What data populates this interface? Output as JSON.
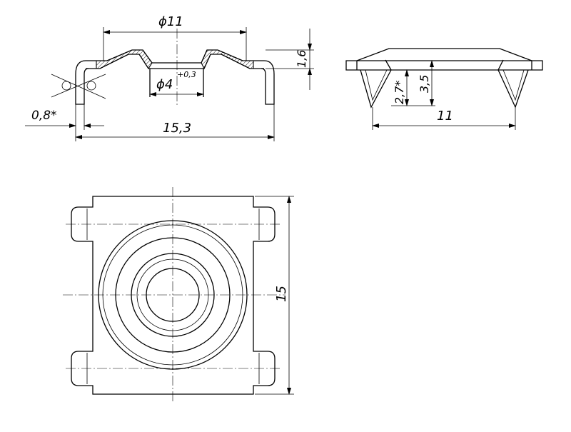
{
  "drawing": {
    "dimensions": {
      "outer_ring_diameter": "ϕ11",
      "hole_diameter": "ϕ4",
      "hole_tolerance": "+0,3",
      "height": "1,6",
      "sheet_thickness": "0,8*",
      "overall_width": "15,3",
      "tab_height": "2,7*",
      "tab_height_total": "3,5",
      "side_width": "11",
      "plan_height": "15"
    }
  }
}
